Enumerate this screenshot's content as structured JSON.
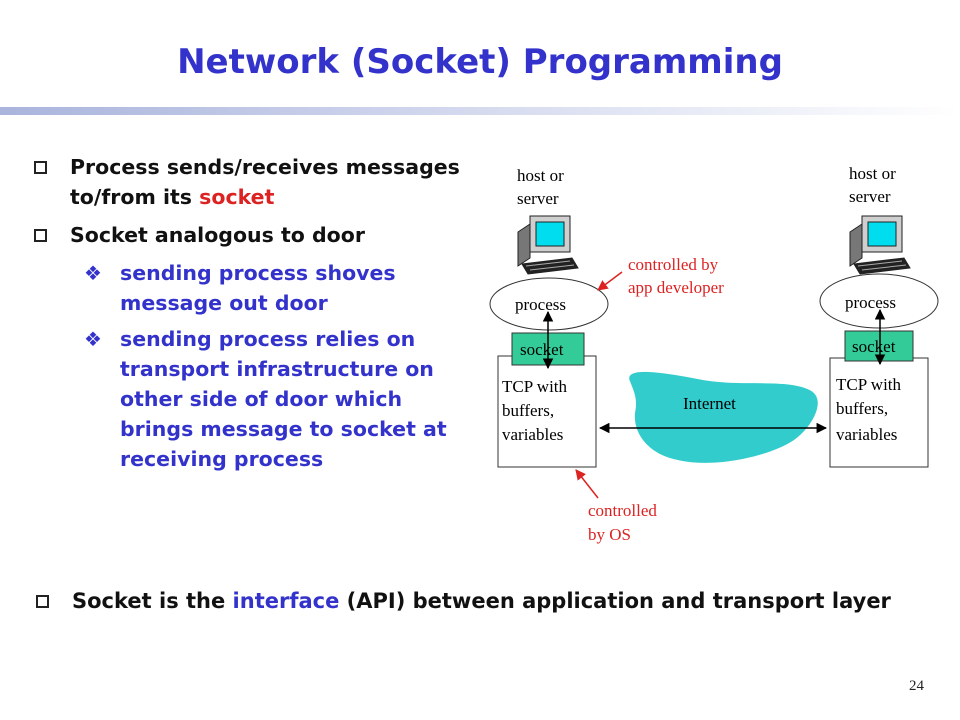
{
  "title": "Network (Socket) Programming",
  "bullets": {
    "b1_pre": "Process sends/receives messages to/from its ",
    "b1_hl": "socket",
    "b2": "Socket analogous to door",
    "sub1": "sending process shoves message out door",
    "sub2": "sending process relies on transport infrastructure on other side of door which brings message to socket at receiving process"
  },
  "diagram": {
    "left_host_l1": "host or",
    "left_host_l2": "server",
    "right_host_l1": "host or",
    "right_host_l2": "server",
    "process_left": "process",
    "process_right": "process",
    "socket_left": "socket",
    "socket_right": "socket",
    "tcp_l1": "TCP with",
    "tcp_l2": "buffers,",
    "tcp_l3": "variables",
    "tcp_r1": "TCP with",
    "tcp_r2": "buffers,",
    "tcp_r3": "variables",
    "internet": "Internet",
    "ctrl_app_l1": "controlled by",
    "ctrl_app_l2": "app developer",
    "ctrl_os_l1": "controlled",
    "ctrl_os_l2": "by OS"
  },
  "footer": {
    "pre": "Socket is the ",
    "hl": "interface",
    "post": " (API) between application and transport layer"
  },
  "page_number": "24",
  "colors": {
    "title": "#3333cc",
    "highlight_red": "#dd2222",
    "socket_fill": "#33cc99",
    "internet_fill": "#33cccc"
  }
}
